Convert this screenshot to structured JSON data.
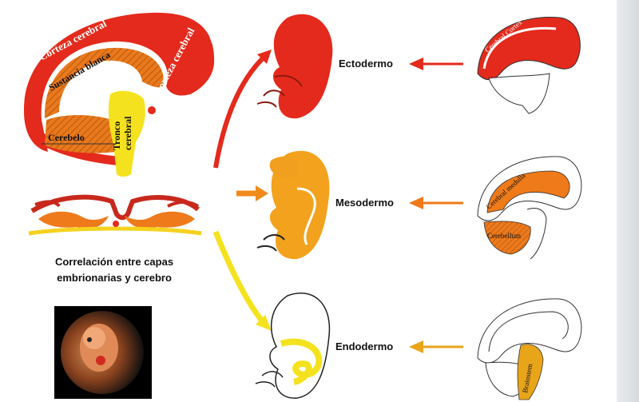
{
  "brain_labels": {
    "corteza_top": "Corteza cerebral",
    "sustancia": "Sustancia blanca",
    "corteza_right": "Corteza cerebral",
    "tronco_1": "Tronco",
    "tronco_2": "cerebral",
    "cerebelo": "Cerebelo"
  },
  "caption_line1": "Correlación entre capas",
  "caption_line2": "embrionarias y cerebro",
  "rows": [
    {
      "layer": "Ectodermo",
      "color": "#e42a1c",
      "brain_label": "Cerebral Cortex"
    },
    {
      "layer": "Mesodermo",
      "color": "#ee7a1a",
      "brain_label_1": "Cerebral medulla",
      "brain_label_2": "Cerebellum"
    },
    {
      "layer": "Endodermo",
      "color": "#e8a51a",
      "brain_label": "Brainstem"
    }
  ],
  "colors": {
    "red": "#e42a1c",
    "orange": "#f08a1c",
    "yellow": "#f5e21e"
  }
}
